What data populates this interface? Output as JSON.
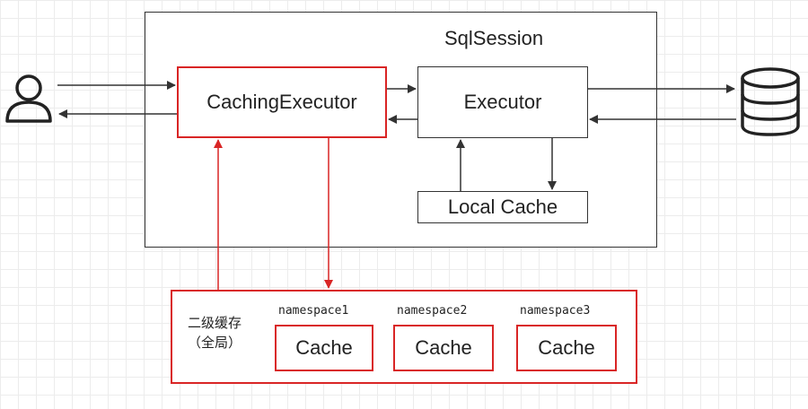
{
  "diagram": {
    "sqlsession_label": "SqlSession",
    "caching_executor_label": "CachingExecutor",
    "executor_label": "Executor",
    "local_cache_label": "Local Cache",
    "second_level_cache": {
      "label_line1": "二级缓存",
      "label_line2": "（全局）",
      "namespaces": [
        {
          "name": "namespace1",
          "cache_label": "Cache"
        },
        {
          "name": "namespace2",
          "cache_label": "Cache"
        },
        {
          "name": "namespace3",
          "cache_label": "Cache"
        }
      ]
    },
    "icons": {
      "user": "user-icon",
      "database": "database-icon"
    },
    "colors": {
      "highlight": "#d92525",
      "line": "#333333"
    }
  }
}
